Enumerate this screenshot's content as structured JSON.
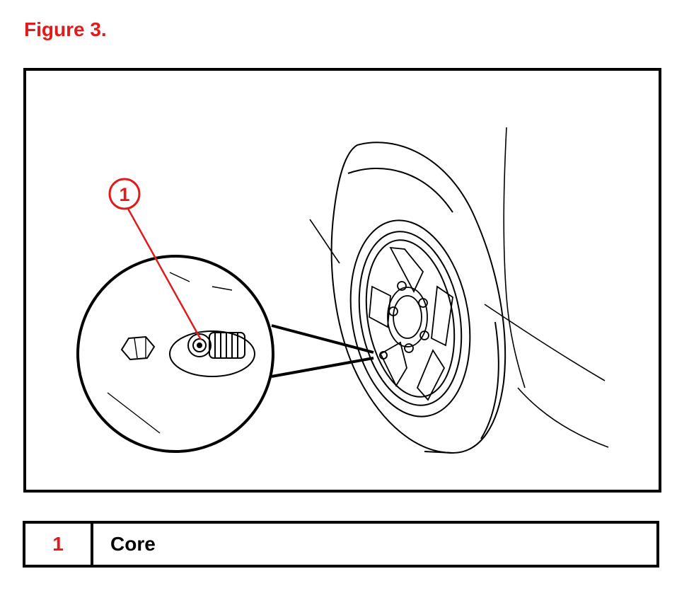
{
  "figure": {
    "title": "Figure 3."
  },
  "callout": {
    "number": "1"
  },
  "legend": [
    {
      "number": "1",
      "label": "Core"
    }
  ],
  "colors": {
    "accent": "#e01b1b",
    "ink": "#000000"
  }
}
